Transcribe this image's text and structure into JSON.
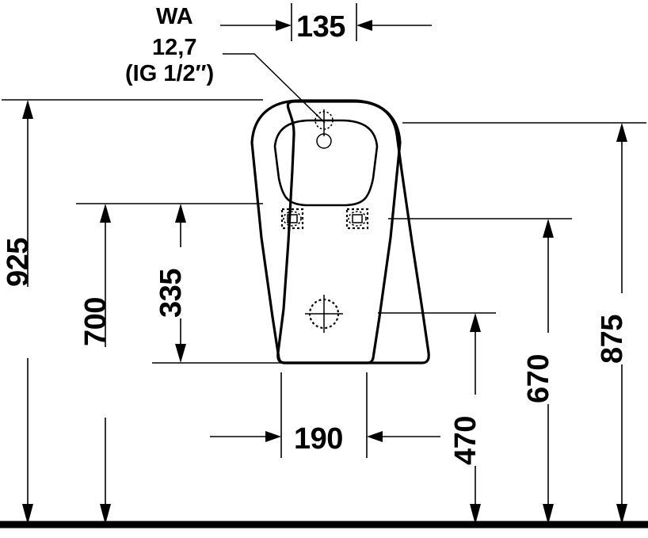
{
  "drawing": {
    "title": "Urinal dimensional drawing",
    "units": "mm",
    "line_color": "#000000",
    "background_color": "#ffffff"
  },
  "labels": {
    "wa": "WA",
    "supply_size": "12,7",
    "supply_thread": "(IG 1/2″)"
  },
  "dimensions": {
    "width_top": "135",
    "width_bottom": "190",
    "height_total": "925",
    "height_mount_upper": "700",
    "height_bowl": "335",
    "height_outlet": "470",
    "height_mount_right": "670",
    "height_right_total": "875"
  },
  "features": {
    "water_inlet": "water-inlet-crosshair",
    "waste_outlet": "waste-outlet-crosshair",
    "mount_left": "wall-mount-marker-left",
    "mount_right": "wall-mount-marker-right",
    "floor": "floor-line"
  }
}
